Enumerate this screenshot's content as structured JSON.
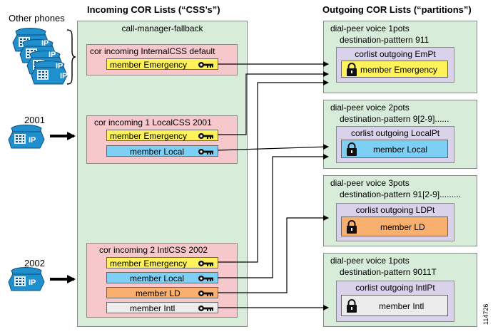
{
  "headers": {
    "incoming": "Incoming COR Lists (“CSS’s”)",
    "outgoing": "Outgoing COR Lists (“partitions”)"
  },
  "phones": {
    "other": "Other phones",
    "p2001": "2001",
    "p2002": "2002",
    "ip": "IP"
  },
  "incoming": {
    "title": "call-manager-fallback",
    "lists": [
      {
        "label": "cor incoming InternalCSS default",
        "members": [
          "member Emergency"
        ]
      },
      {
        "label": "cor incoming 1 LocalCSS 2001",
        "members": [
          "member Emergency",
          "member Local"
        ]
      },
      {
        "label": "cor incoming 2 IntlCSS 2002",
        "members": [
          "member Emergency",
          "member Local",
          "member LD",
          "member Intl"
        ]
      }
    ]
  },
  "outgoing": [
    {
      "dialpeer": "dial-peer voice 1pots",
      "pattern": "destination-patttern 911",
      "list": "corlist outgoing EmPt",
      "member": "member Emergency"
    },
    {
      "dialpeer": "dial-peer voice 2pots",
      "pattern": "destination-pattern 9[2-9]......",
      "list": "corlist outgoing LocalPt",
      "member": "member Local"
    },
    {
      "dialpeer": "dial-peer voice 3pots",
      "pattern": "destination-pattern 91[2-9].........",
      "list": "corlist outgoing LDPt",
      "member": "member LD"
    },
    {
      "dialpeer": "dial-peer voice 1pots",
      "pattern": "destination-pattern 9011T",
      "list": "corlist outgoing IntlPt",
      "member": "member Intl"
    }
  ],
  "figure_id": "114726",
  "colors": {
    "emergency": "#fff25a",
    "local": "#7ecff4",
    "ld": "#f9b06e",
    "intl": "#ececec",
    "panel": "#d7ecd9",
    "cor": "#f6c8cc",
    "corlist": "#d9d2ea",
    "phone": "#1f8fce"
  },
  "icons": [
    "key-icon",
    "lock-icon",
    "ip-phone-icon",
    "arrow-icon",
    "brace-icon"
  ]
}
